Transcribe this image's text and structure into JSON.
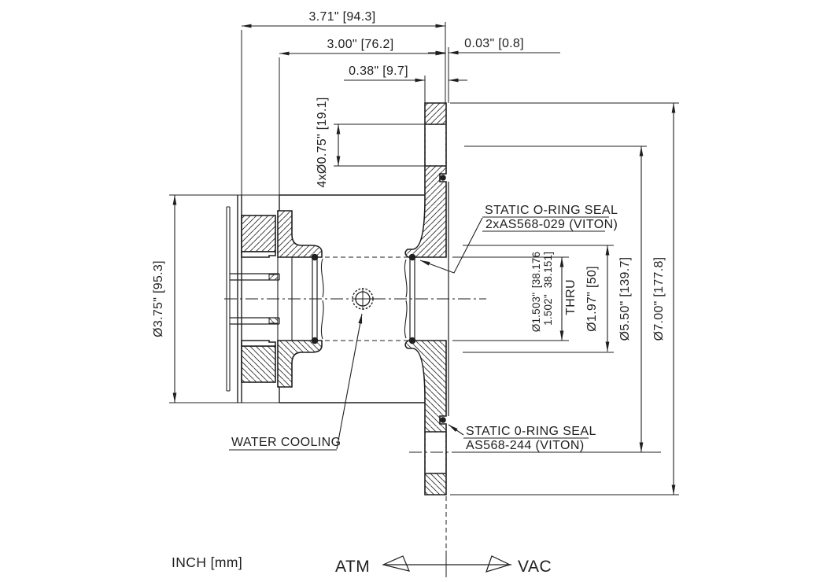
{
  "drawing": {
    "type": "engineering-cross-section",
    "subject": "water-cooled vacuum flange feedthrough",
    "line_color": "#1f1f1f",
    "background": "#ffffff"
  },
  "dimensions": {
    "d371": "3.71\" [94.3]",
    "d300": "3.00\" [76.2]",
    "d003": "0.03\" [0.8]",
    "d038": "0.38\" [9.7]",
    "d075": "4xØ0.75\" [19.1]",
    "d375": "Ø3.75\" [95.3]",
    "bore_dia_1": "Ø1.503\"",
    "bore_dia_2": "1.502\"",
    "bore_mm_1": "[38.176",
    "bore_mm_2": "38.151]",
    "bore_thru": "THRU",
    "d197": "Ø1.97\" [50]",
    "d550": "Ø5.50\" [139.7]",
    "d700": "Ø7.00\" [177.8]"
  },
  "labels": {
    "oring_top_1": "STATIC O-RING SEAL",
    "oring_top_2": "2xAS568-029 (VITON)",
    "oring_bottom_1": "STATIC 0-RING SEAL",
    "oring_bottom_2": "AS568-244 (VITON)",
    "water_cooling": "WATER COOLING",
    "units_note": "INCH [mm]",
    "atm": "ATM",
    "vac": "VAC"
  }
}
